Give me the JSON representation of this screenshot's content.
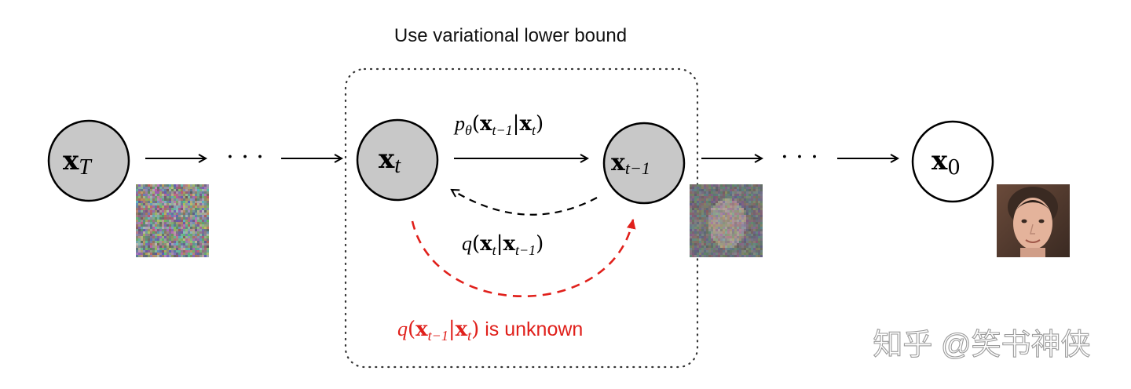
{
  "top_label": "Use variational lower bound",
  "nodes": {
    "xT": {
      "bold": "x",
      "sub": "T"
    },
    "xt": {
      "bold": "x",
      "sub": "t"
    },
    "xt1": {
      "bold": "x",
      "sub": "t−1"
    },
    "x0": {
      "bold": "x",
      "sub": "0"
    }
  },
  "ellipsis": "· · ·",
  "reverse_label": {
    "p": "p",
    "p_sub": "θ",
    "open": "(",
    "x1": "x",
    "x1_sub": "t−1",
    "bar": "|",
    "x2": "x",
    "x2_sub": "t",
    "close": ")"
  },
  "forward_label": {
    "q": "q",
    "open": "(",
    "x1": "x",
    "x1_sub": "t",
    "bar": "|",
    "x2": "x",
    "x2_sub": "t−1",
    "close": ")"
  },
  "unknown_label": {
    "q": "q",
    "open": "(",
    "x1": "x",
    "x1_sub": "t−1",
    "bar": "|",
    "x2": "x",
    "x2_sub": "t",
    "close": ")",
    "suffix": " is unknown"
  },
  "watermark": "知乎 @笑书神侠",
  "colors": {
    "node_fill": "#c8c8c8",
    "stroke": "#000000",
    "red": "#e0201b",
    "watermark": "#9a9a9a"
  }
}
